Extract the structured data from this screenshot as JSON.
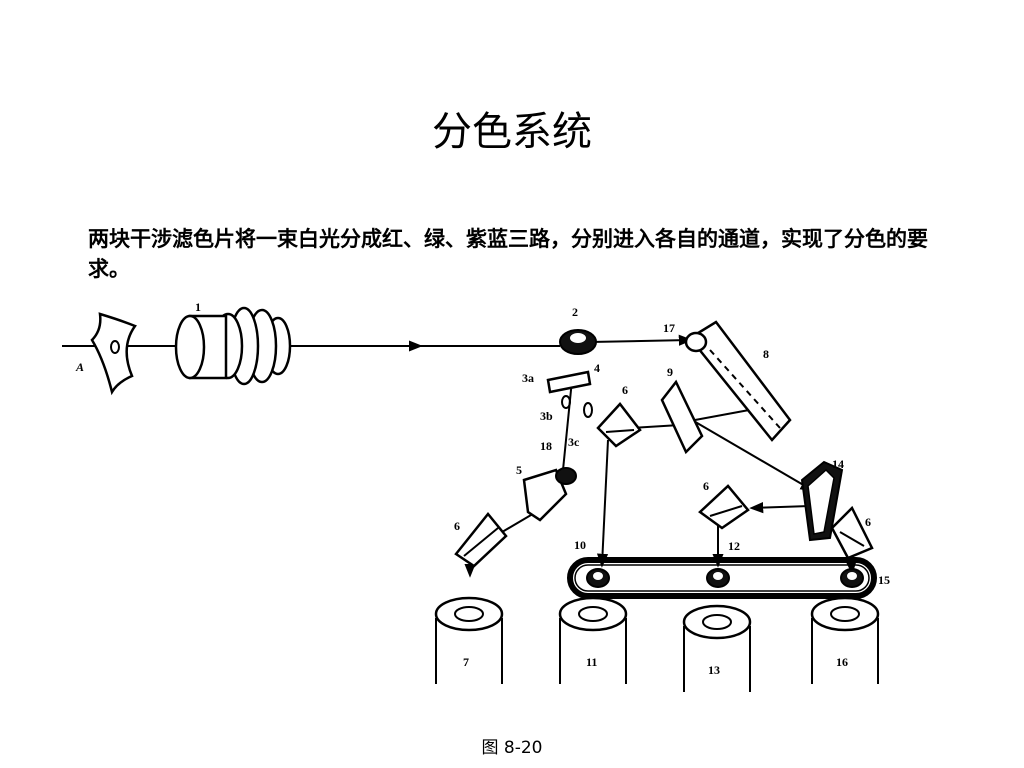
{
  "slide": {
    "title": "分色系统",
    "body": "两块干涉滤色片将一束白光分成红、绿、紫蓝三路，分别进入各自的通道，实现了分色的要求。",
    "caption": "图 8-20"
  },
  "diagram": {
    "labels": {
      "a": "A",
      "l1": "1",
      "l2": "2",
      "l3a": "3a",
      "l3b": "3b",
      "l3c": "3c",
      "l4": "4",
      "l5": "5",
      "l6a": "6",
      "l6b": "6",
      "l6c": "6",
      "l6d": "6",
      "l7": "7",
      "l8": "8",
      "l9": "9",
      "l10": "10",
      "l11": "11",
      "l12": "12",
      "l13": "13",
      "l14": "14",
      "l15": "15",
      "l16": "16",
      "l17": "17",
      "l18": "18"
    }
  }
}
